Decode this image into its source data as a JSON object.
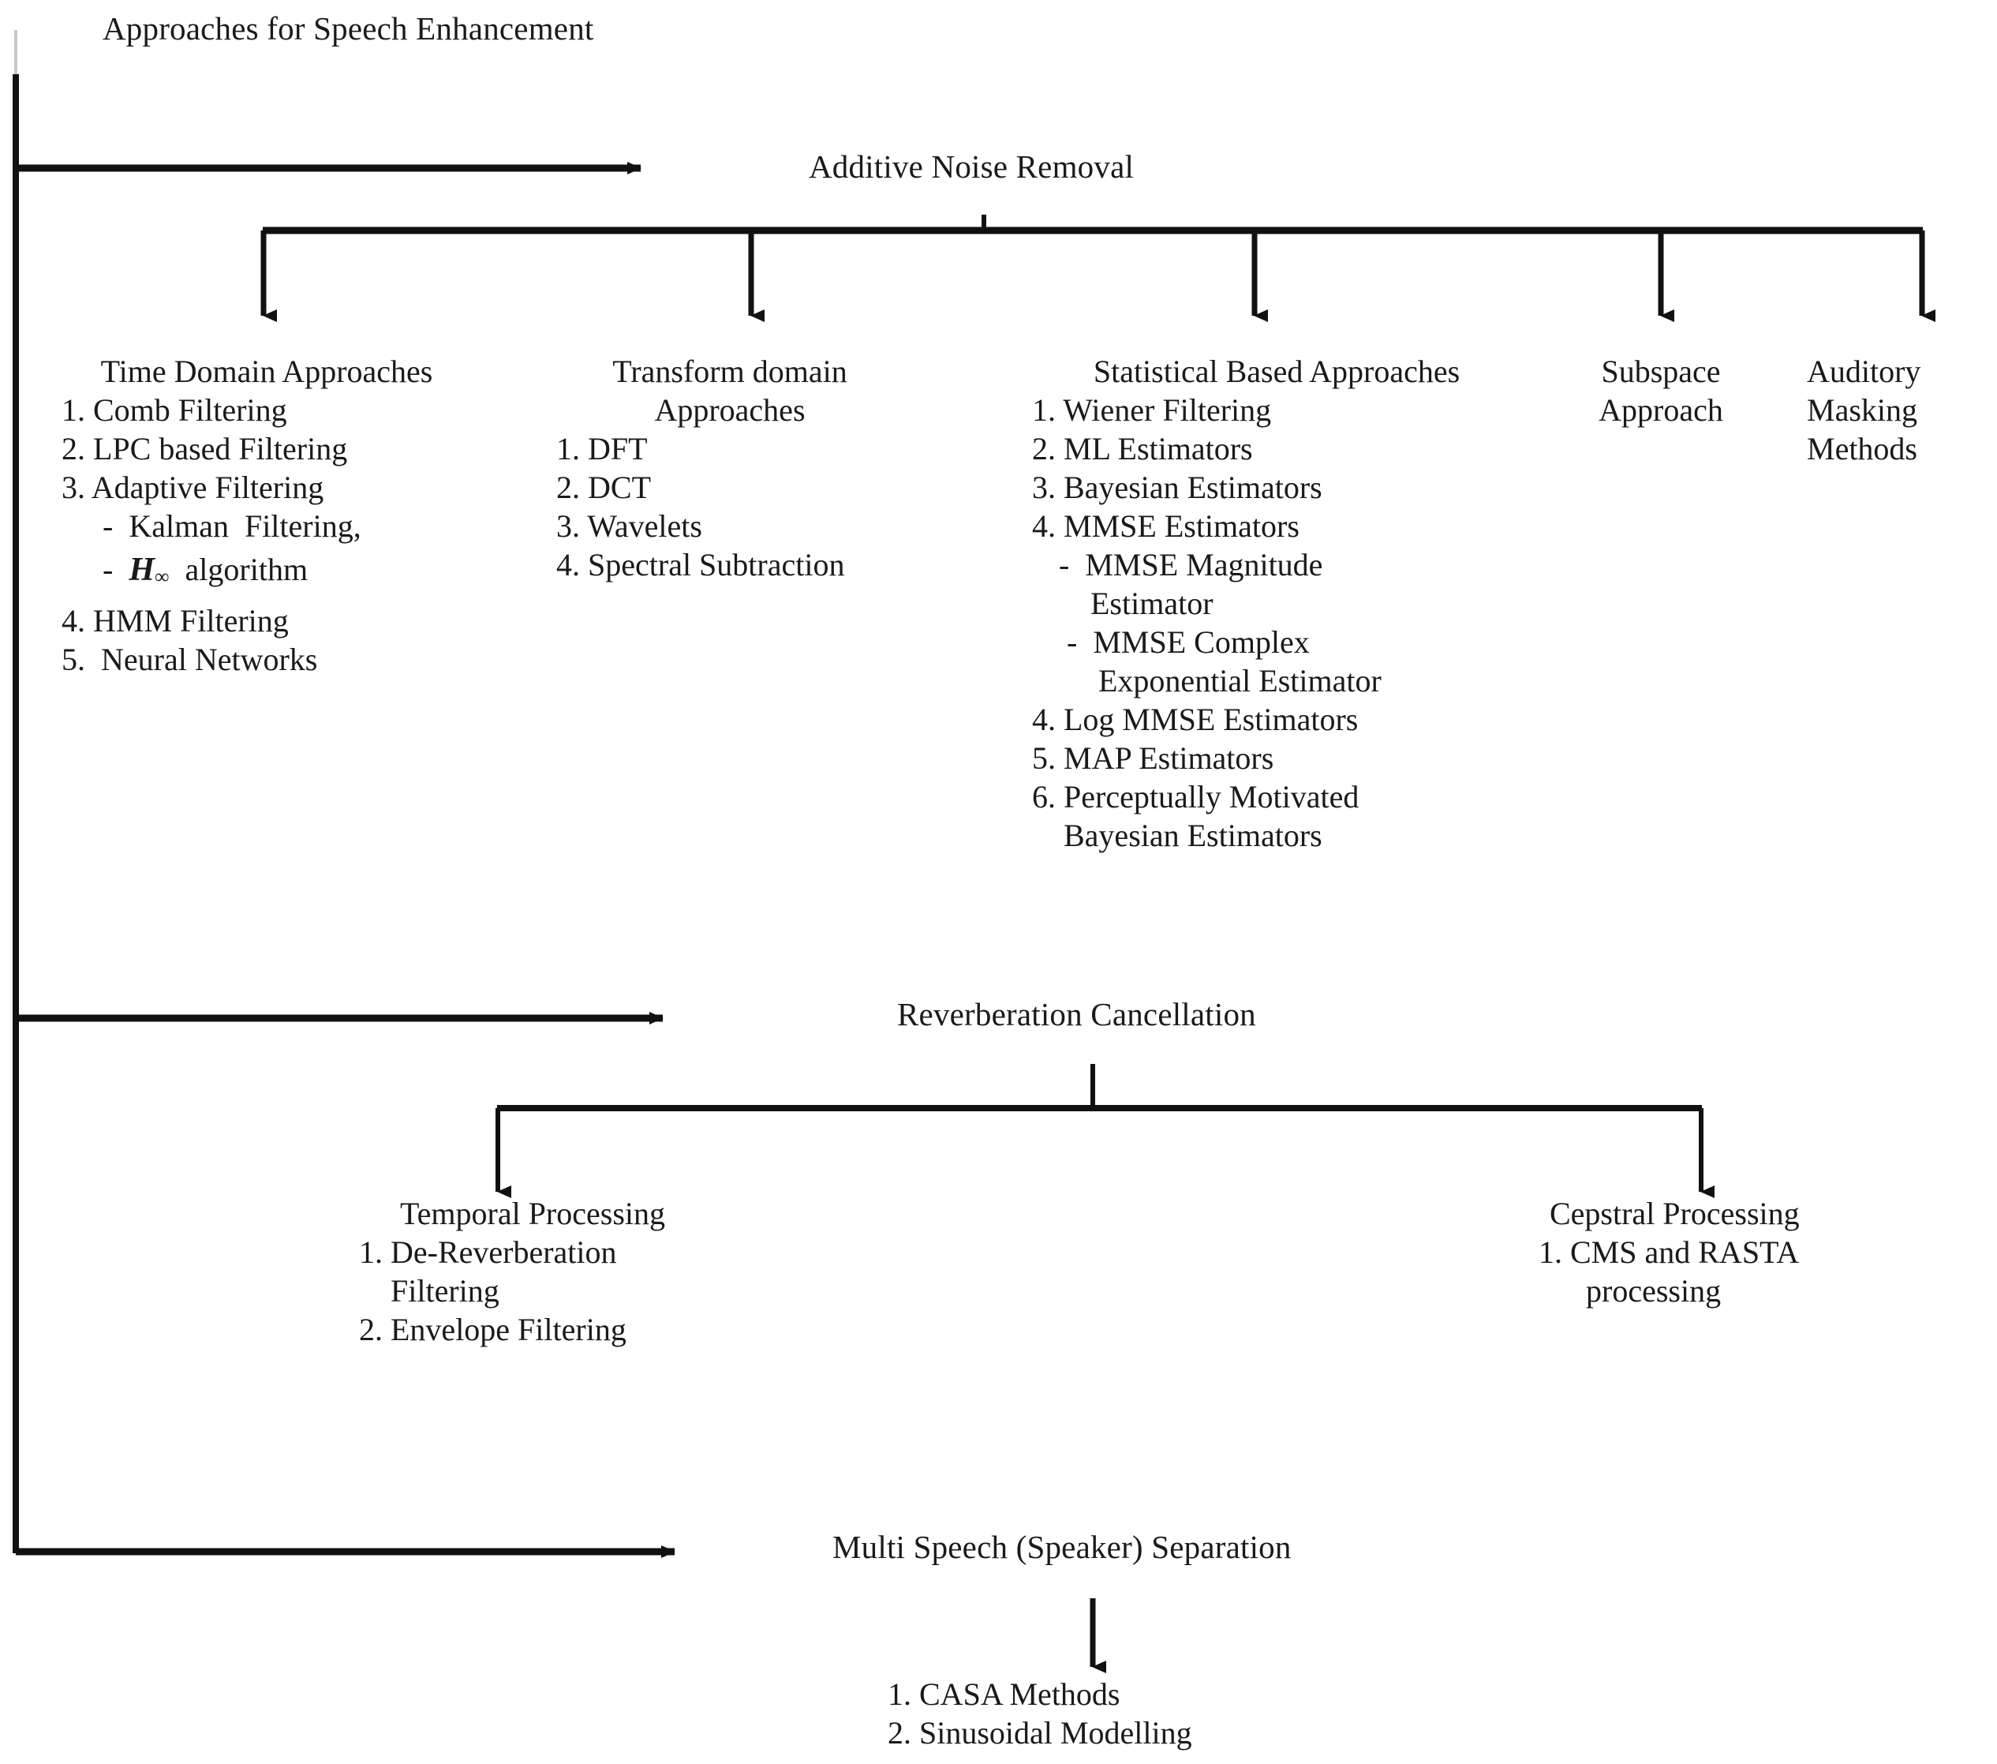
{
  "diagram": {
    "title": "Approaches for Speech Enhancement",
    "type": "tree-flowchart",
    "branches": [
      {
        "id": "additive-noise-removal",
        "label": "Additive Noise Removal",
        "children": [
          {
            "id": "time-domain-approaches",
            "heading": "Time Domain Approaches",
            "items": [
              "1. Comb Filtering",
              "2. LPC based Filtering",
              "3. Adaptive Filtering"
            ],
            "subitems_after_3": [
              "-  Kalman  Filtering,",
              "-  H∞  algorithm"
            ],
            "items_tail": [
              "4. HMM Filtering",
              "5.  Neural Networks"
            ]
          },
          {
            "id": "transform-domain-approaches",
            "heading_line1": "Transform domain",
            "heading_line2": "Approaches",
            "items": [
              "1. DFT",
              "2. DCT",
              "3. Wavelets",
              "4. Spectral Subtraction"
            ]
          },
          {
            "id": "statistical-based-approaches",
            "heading": "Statistical Based Approaches",
            "items": [
              "1. Wiener Filtering",
              "2. ML Estimators",
              "3. Bayesian Estimators",
              "4. MMSE Estimators"
            ],
            "subitems": [
              "-  MMSE Magnitude",
              "    Estimator",
              " -  MMSE Complex",
              "     Exponential Estimator"
            ],
            "items_tail": [
              "4. Log MMSE Estimators",
              "5. MAP Estimators",
              "6. Perceptually Motivated",
              "    Bayesian Estimators"
            ]
          },
          {
            "id": "subspace-approach",
            "heading_lines": [
              "Subspace",
              "Approach"
            ]
          },
          {
            "id": "auditory-masking-methods",
            "heading_lines": [
              "Auditory",
              "Masking",
              "Methods"
            ]
          }
        ]
      },
      {
        "id": "reverberation-cancellation",
        "label": "Reverberation Cancellation",
        "children": [
          {
            "id": "temporal-processing",
            "heading": "Temporal Processing",
            "items": [
              "1. De-Reverberation",
              "    Filtering",
              "2. Envelope Filtering"
            ]
          },
          {
            "id": "cepstral-processing",
            "heading": "Cepstral Processing",
            "items": [
              "1. CMS and RASTA",
              "      processing"
            ]
          }
        ]
      },
      {
        "id": "multi-speech-separation",
        "label": "Multi Speech (Speaker) Separation",
        "children": [
          {
            "id": "multi-speech-methods",
            "items": [
              "1. CASA Methods",
              "2. Sinusoidal Modelling"
            ]
          }
        ]
      }
    ]
  },
  "style": {
    "line_color": "#111111",
    "text_color": "#1a1a1a",
    "background": "#ffffff"
  }
}
